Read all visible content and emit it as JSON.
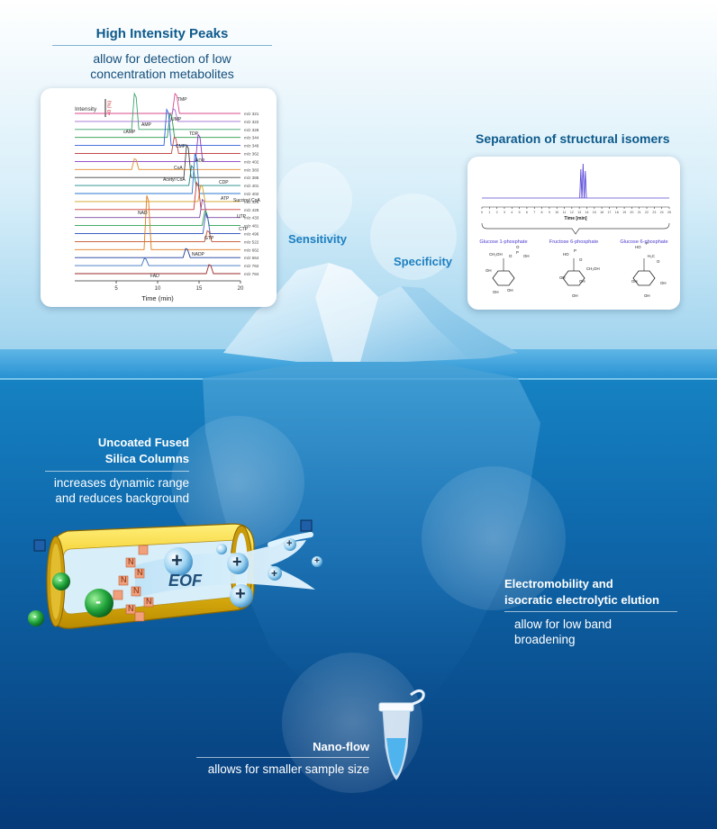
{
  "callouts": {
    "peaks": {
      "title": "High Intensity Peaks",
      "line1": "allow for detection of low",
      "line2": "concentration metabolites"
    },
    "isomers": {
      "title": "Separation of structural isomers"
    },
    "sensitivity": "Sensitivity",
    "specificity": "Specificity",
    "silica": {
      "title1": "Uncoated Fused",
      "title2": "Silica Columns",
      "line1": "increases dynamic range",
      "line2": "and reduces background"
    },
    "electro": {
      "title1": "Electromobility and",
      "title2": "isocratic electrolytic elution",
      "line1": "allow for low band",
      "line2": "broadening"
    },
    "nano": {
      "title": "Nano-flow",
      "line1": "allows for smaller sample size"
    }
  },
  "capillary": {
    "eof_label": "EOF",
    "plus": "+",
    "minus": "-",
    "n": "N"
  },
  "electropherogram": {
    "chart_data": {
      "type": "line",
      "xlabel": "Time (min)",
      "xlim": [
        0,
        20
      ],
      "xticks": [
        "5",
        "10",
        "15",
        "20"
      ],
      "ylabel": "Intensity",
      "scale_label": "40 (%)",
      "traces": [
        {
          "mz": "m/z 321",
          "peak_x": 12.2,
          "color": "#d94a8c"
        },
        {
          "mz": "m/z 322",
          "peak_x": 12.0,
          "color": "#a36ad1"
        },
        {
          "mz": "m/z 328",
          "peak_x": 7.3,
          "color": "#3aa56a"
        },
        {
          "mz": "m/z 344",
          "peak_x": 11.6,
          "color": "#2a9a4a"
        },
        {
          "mz": "m/z 346",
          "peak_x": 11.2,
          "color": "#2f5fd8"
        },
        {
          "mz": "m/z 362",
          "peak_x": 12.1,
          "color": "#c04a4a"
        },
        {
          "mz": "m/z 402",
          "peak_x": 15.0,
          "color": "#8a3ac0"
        },
        {
          "mz": "m/z 383",
          "peak_x": 7.3,
          "color": "#e08a2a"
        },
        {
          "mz": "m/z 386",
          "peak_x": 13.6,
          "color": "#444444"
        },
        {
          "mz": "m/z 401",
          "peak_x": 14.2,
          "color": "#1b8a8a"
        },
        {
          "mz": "m/z 402",
          "peak_x": 14.6,
          "color": "#2a7ad0"
        },
        {
          "mz": "m/z 426",
          "peak_x": 15.3,
          "color": "#d0a020"
        },
        {
          "mz": "m/z 428",
          "peak_x": 14.8,
          "color": "#cc3a3a"
        },
        {
          "mz": "m/z 433",
          "peak_x": 15.5,
          "color": "#7a4aa0"
        },
        {
          "mz": "m/z 481",
          "peak_x": 15.8,
          "color": "#2aa050"
        },
        {
          "mz": "m/z 496",
          "peak_x": 15.9,
          "color": "#3a60c0"
        },
        {
          "mz": "m/z 522",
          "peak_x": 16.1,
          "color": "#c0502a"
        },
        {
          "mz": "m/z 662",
          "peak_x": 8.8,
          "color": "#e07a1a"
        },
        {
          "mz": "m/z 664",
          "peak_x": 13.5,
          "color": "#1e3a9a"
        },
        {
          "mz": "m/z 762",
          "peak_x": 8.5,
          "color": "#3a70c0"
        },
        {
          "mz": "m/z 784",
          "peak_x": 16.3,
          "color": "#9a2a2a"
        }
      ],
      "annotations": [
        "TMP",
        "UMP",
        "AMP",
        "cAMP",
        "CMP",
        "TDP",
        "ADP",
        "CoA",
        "Acetyl CoA",
        "CDP",
        "Succinyl CoA",
        "NAD",
        "ATP",
        "UTP",
        "CTP",
        "GTP",
        "NADP",
        "FAD"
      ]
    }
  },
  "isomer_chart": {
    "chart_data": {
      "type": "line",
      "xlabel": "Time [min]",
      "xlim": [
        0,
        25
      ],
      "xticks": [
        "0",
        "1",
        "2",
        "3",
        "4",
        "5",
        "6",
        "7",
        "8",
        "9",
        "10",
        "11",
        "12",
        "13",
        "14",
        "15",
        "16",
        "17",
        "18",
        "19",
        "20",
        "21",
        "22",
        "23",
        "24",
        "25"
      ],
      "series_color": "#5a4ad8",
      "peaks": [
        13.2,
        13.5,
        13.8
      ],
      "compounds": [
        "Glucose 1-phosphate",
        "Fructose 6-phosphate",
        "Glucose 6-phosphate"
      ],
      "atoms": {
        "oh": "OH",
        "o": "O",
        "p": "P",
        "ho": "HO",
        "ch2oh": "CH₂OH",
        "h2c": "H₂C",
        "ch2": "CH₂"
      }
    }
  }
}
